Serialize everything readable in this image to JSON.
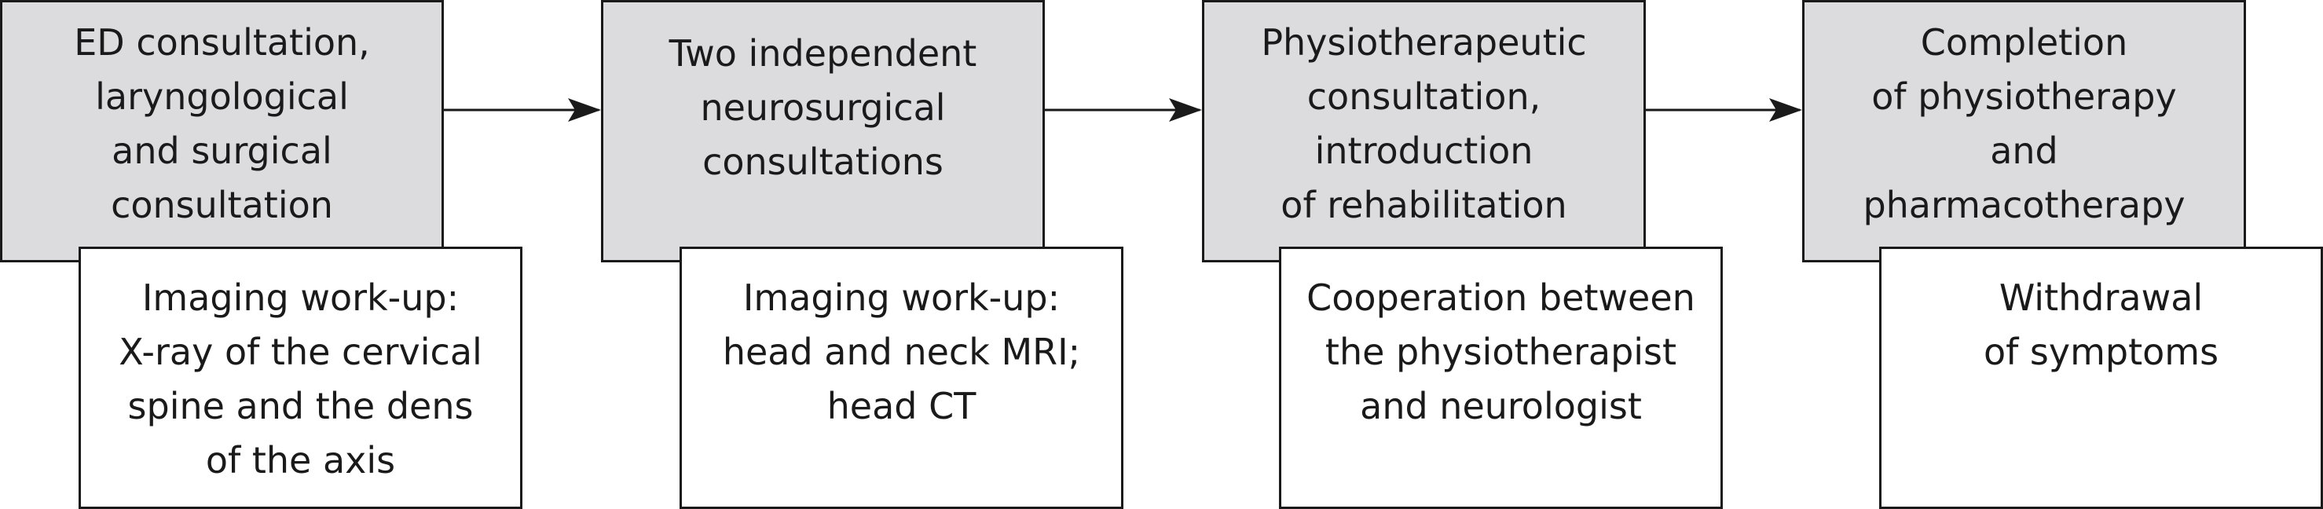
{
  "steps": [
    {
      "top": "ED consultation,\nlaryngological\nand surgical\nconsultation",
      "bottom": "Imaging work-up:\nX-ray of the cervical\nspine and the dens\nof the axis"
    },
    {
      "top": "Two independent\nneurosurgical\nconsultations",
      "bottom": "Imaging work-up:\nhead and neck MRI;\nhead CT"
    },
    {
      "top": "Physiotherapeutic\nconsultation,\nintroduction\nof rehabilitation",
      "bottom": "Cooperation between\nthe physiotherapist\nand neurologist"
    },
    {
      "top": "Completion\nof physiotherapy\nand\npharmacotherapy",
      "bottom": "Withdrawal\nof symptoms"
    }
  ],
  "colors": {
    "upper_fill": "#dcdcdf",
    "lower_fill": "#ffffff",
    "stroke": "#1a1a1a"
  }
}
